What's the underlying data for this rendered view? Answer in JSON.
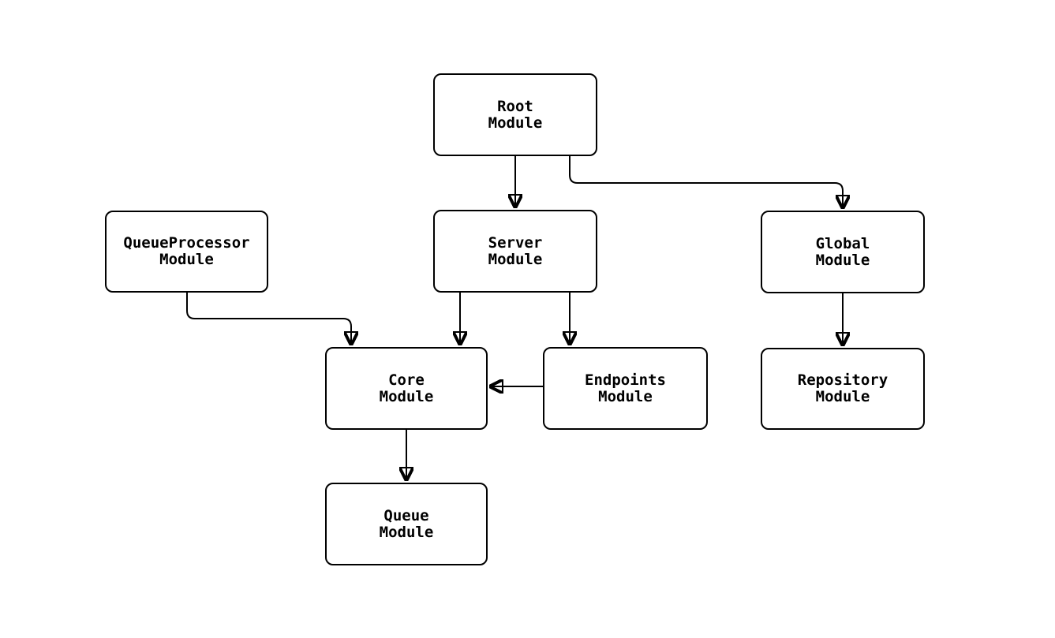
{
  "diagram": {
    "type": "flowchart",
    "background_color": "#ffffff",
    "node_fill_color": "#ffffff",
    "stroke_color": "#000000",
    "nodes": {
      "root": {
        "label": "Root\nModule"
      },
      "server": {
        "label": "Server\nModule"
      },
      "queueprocessor": {
        "label": "QueueProcessor\nModule"
      },
      "global": {
        "label": "Global\nModule"
      },
      "core": {
        "label": "Core\nModule"
      },
      "endpoints": {
        "label": "Endpoints\nModule"
      },
      "repository": {
        "label": "Repository\nModule"
      },
      "queue": {
        "label": "Queue\nModule"
      }
    },
    "edges": [
      {
        "from": "Root Module",
        "to": "Server Module"
      },
      {
        "from": "Root Module",
        "to": "Global Module"
      },
      {
        "from": "QueueProcessor Module",
        "to": "Core Module"
      },
      {
        "from": "Server Module",
        "to": "Core Module"
      },
      {
        "from": "Server Module",
        "to": "Endpoints Module"
      },
      {
        "from": "Endpoints Module",
        "to": "Core Module"
      },
      {
        "from": "Global Module",
        "to": "Repository Module"
      },
      {
        "from": "Core Module",
        "to": "Queue Module"
      }
    ]
  }
}
